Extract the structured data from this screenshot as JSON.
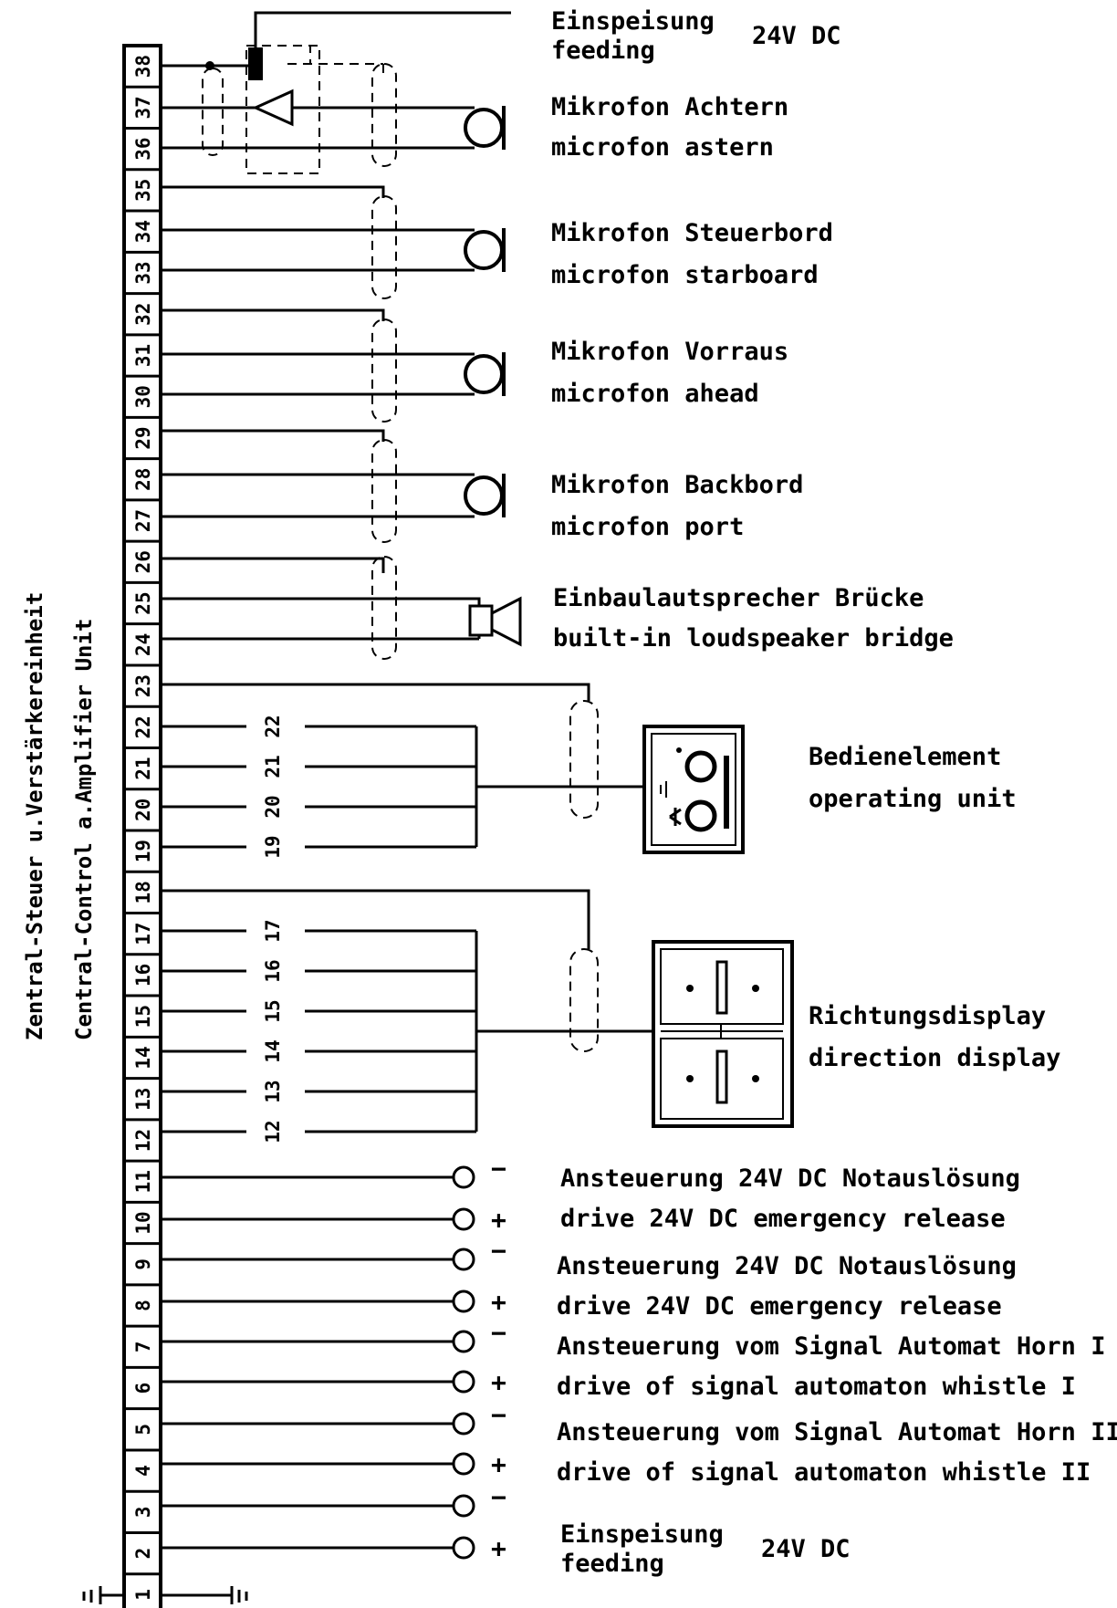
{
  "unit_labels": {
    "de": "Zentral-Steuer u.Verstärkereinheit",
    "en": "Central-Control a.Amplifier Unit"
  },
  "top_feed": {
    "de": "Einspeisung",
    "en": "feeding",
    "voltage": "24V DC"
  },
  "microphones": [
    {
      "de": "Mikrofon Achtern",
      "en": "microfon astern"
    },
    {
      "de": "Mikrofon Steuerbord",
      "en": "microfon starboard"
    },
    {
      "de": "Mikrofon Vorraus",
      "en": "microfon ahead"
    },
    {
      "de": "Mikrofon Backbord",
      "en": "microfon port"
    }
  ],
  "loudspeaker": {
    "de": "Einbaulautsprecher Brücke",
    "en": "built-in loudspeaker bridge"
  },
  "operating_unit": {
    "de": "Bedienelement",
    "en": "operating unit",
    "wire_numbers": [
      "22",
      "21",
      "20",
      "19"
    ]
  },
  "direction_display": {
    "de": "Richtungsdisplay",
    "en": "direction display",
    "wire_numbers": [
      "17",
      "16",
      "15",
      "14",
      "13",
      "12"
    ]
  },
  "drive_outputs": [
    {
      "de": "Ansteuerung 24V DC   Notauslösung",
      "en": "drive 24V DC   emergency release",
      "polarity": [
        "−",
        "+"
      ]
    },
    {
      "de": "Ansteuerung 24V DC   Notauslösung",
      "en": "drive 24V DC   emergency release",
      "polarity": [
        "−",
        "+"
      ]
    },
    {
      "de": "Ansteuerung vom Signal Automat Horn I",
      "en": "drive of signal automaton whistle I",
      "polarity": [
        "−",
        "+"
      ]
    },
    {
      "de": "Ansteuerung vom Signal Automat Horn II",
      "en": "drive of signal automaton whistle II",
      "polarity": [
        "−",
        "+"
      ]
    }
  ],
  "bottom_feed": {
    "de": "Einspeisung",
    "en": "feeding",
    "voltage": "24V DC",
    "polarity": [
      "−",
      "+"
    ]
  },
  "terminals": [
    "38",
    "37",
    "36",
    "35",
    "34",
    "33",
    "32",
    "31",
    "30",
    "29",
    "28",
    "27",
    "26",
    "25",
    "24",
    "23",
    "22",
    "21",
    "20",
    "19",
    "18",
    "17",
    "16",
    "15",
    "14",
    "13",
    "12",
    "11",
    "10",
    "9",
    "8",
    "7",
    "6",
    "5",
    "4",
    "3",
    "2",
    "1"
  ]
}
